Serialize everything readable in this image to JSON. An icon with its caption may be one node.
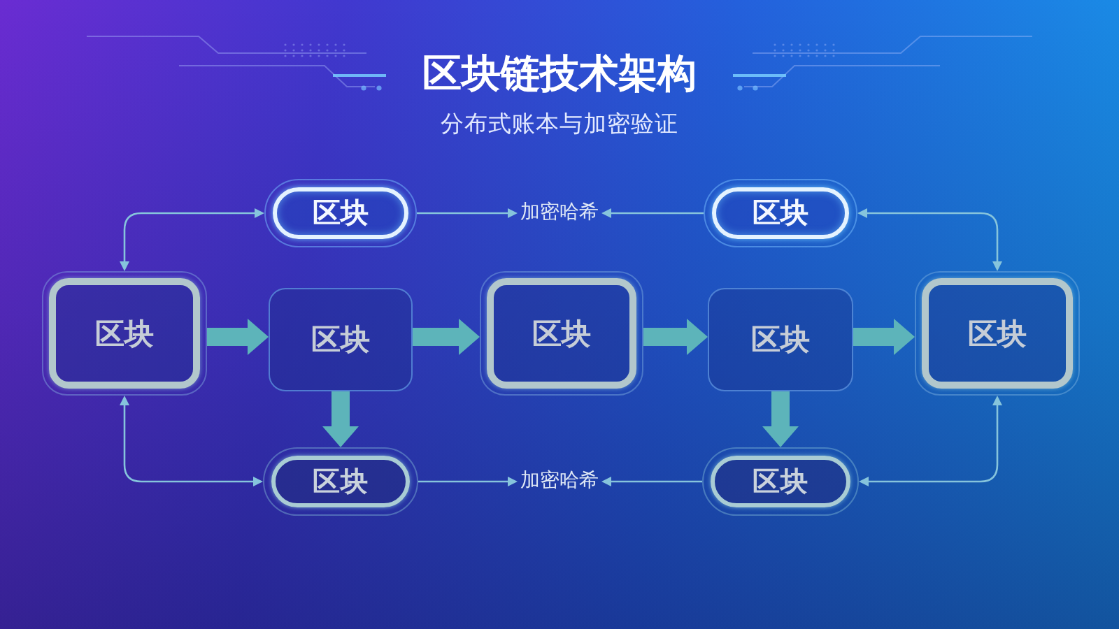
{
  "diagram": {
    "title": "区块链技术架构",
    "nodes": [
      {
        "text": [
          "区块"
        ]
      },
      {
        "text": [
          "加密哈希"
        ]
      },
      {
        "text": [
          "区块"
        ]
      },
      {
        "text": [
          "区块"
        ]
      },
      {
        "text": [
          "区块"
        ]
      },
      {
        "text": [
          "区块"
        ]
      },
      {
        "text": [
          "区块"
        ]
      },
      {
        "text": [
          "区块"
        ]
      },
      {
        "text": [
          "区块"
        ]
      },
      {
        "text": [
          "加密哈希"
        ]
      },
      {
        "text": [
          "区块"
        ]
      }
    ],
    "edges": [
      {
        "from": 0,
        "to": 1,
        "arrow": "to"
      },
      {
        "from": 2,
        "to": 1,
        "arrow": "to"
      },
      {
        "from": 3,
        "to": 4,
        "arrow": "to",
        "style": "thick",
        "color": "#5db4ba"
      },
      {
        "from": 4,
        "to": 5,
        "arrow": "to",
        "style": "thick",
        "color": "#5db4ba"
      },
      {
        "from": 5,
        "to": 6,
        "arrow": "to",
        "style": "thick",
        "color": "#5db4ba"
      },
      {
        "from": 6,
        "to": 7,
        "arrow": "to",
        "style": "thick",
        "color": "#5db4ba"
      },
      {
        "from": 4,
        "to": 8,
        "arrow": "to",
        "style": "thick",
        "color": "#5db4ba"
      },
      {
        "from": 6,
        "to": 10,
        "arrow": "to",
        "style": "thick",
        "color": "#5db4ba"
      },
      {
        "from": 3,
        "to": 0,
        "arrow": "both"
      },
      {
        "from": 7,
        "to": 2,
        "arrow": "both"
      },
      {
        "from": 3,
        "to": 8,
        "arrow": "both"
      },
      {
        "from": 7,
        "to": 10,
        "arrow": "both"
      },
      {
        "from": 8,
        "to": 9,
        "arrow": "to"
      },
      {
        "from": 10,
        "to": 9,
        "arrow": "to"
      }
    ],
    "labels": [
      "分布式账本与加密验证"
    ]
  }
}
